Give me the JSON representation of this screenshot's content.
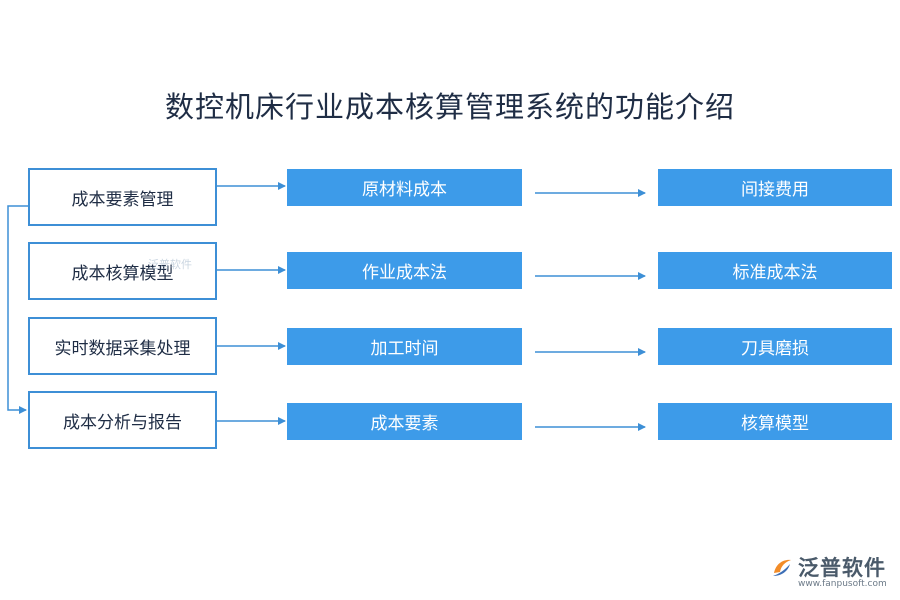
{
  "title": "数控机床行业成本核算管理系统的功能介绍",
  "rows": [
    {
      "category": "成本要素管理",
      "item": "原材料成本",
      "result": "间接费用"
    },
    {
      "category": "成本核算模型",
      "item": "作业成本法",
      "result": "标准成本法"
    },
    {
      "category": "实时数据采集处理",
      "item": "加工时间",
      "result": "刀具磨损"
    },
    {
      "category": "成本分析与报告",
      "item": "成本要素",
      "result": "核算模型"
    }
  ],
  "watermark": "泛普软件",
  "brand": {
    "name": "泛普软件",
    "url": "www.fanpusoft.com"
  },
  "colors": {
    "accent": "#3d9be9",
    "border": "#3d8fd6",
    "line": "#3d8fd6",
    "title": "#1f2d45"
  }
}
